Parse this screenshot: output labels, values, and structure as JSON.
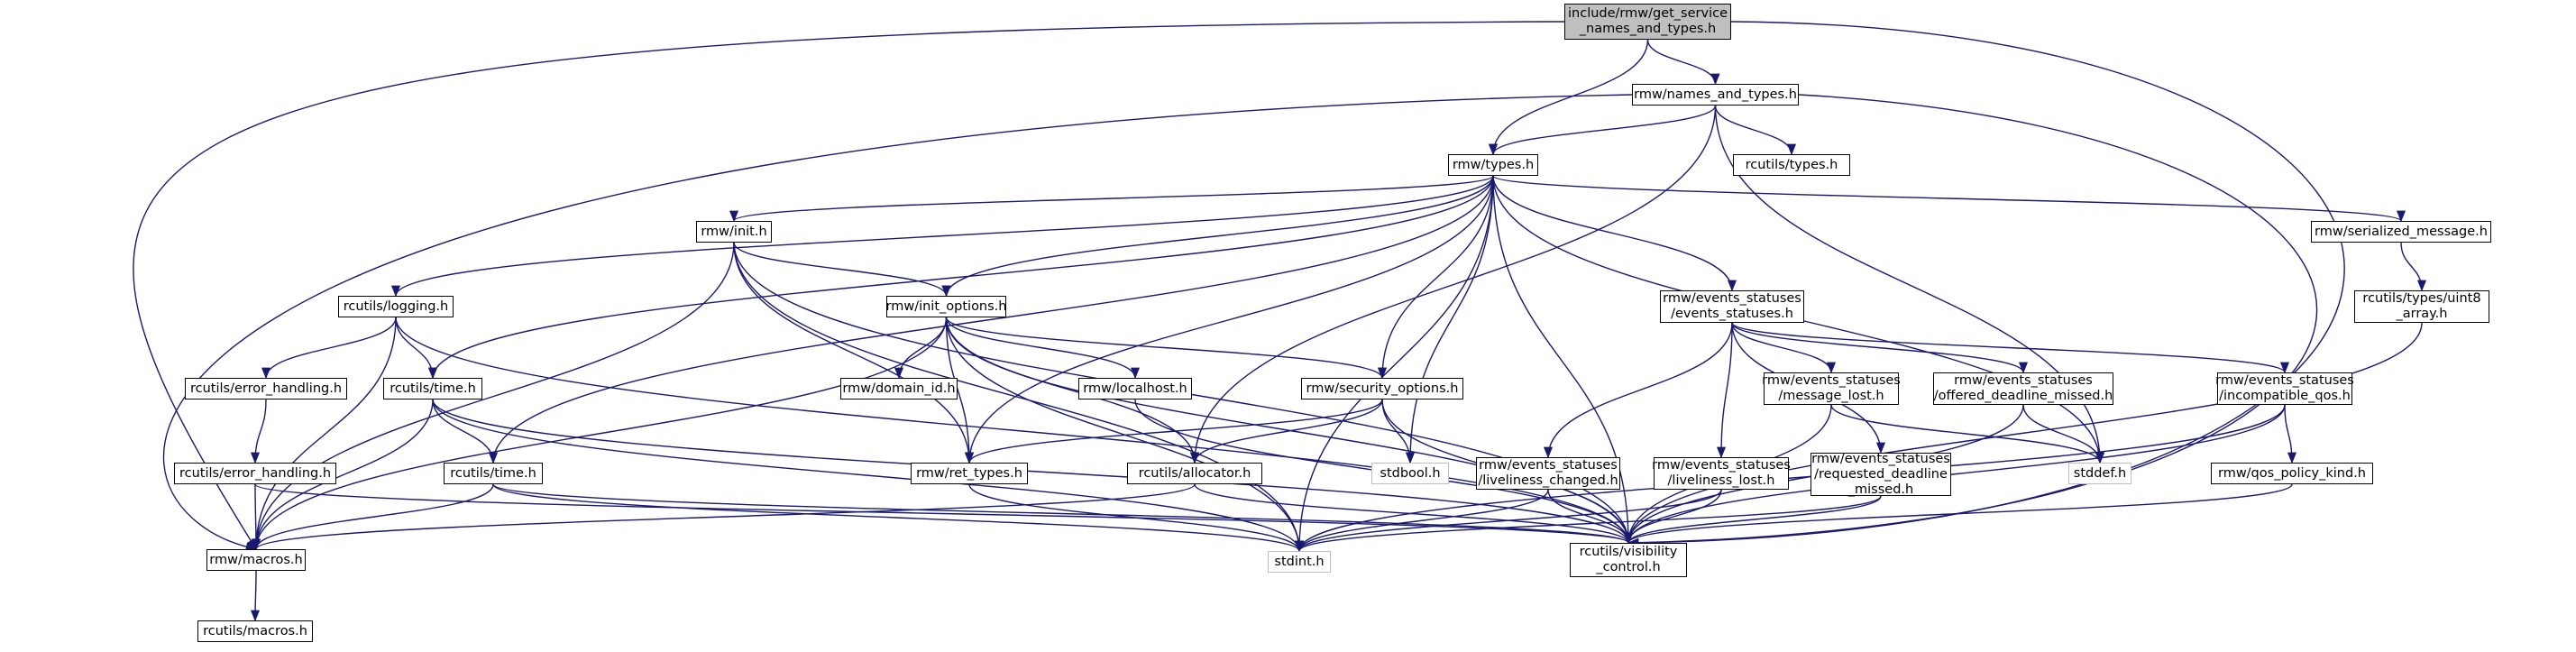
{
  "colors": {
    "edge": "#191970",
    "node_border": "#000000",
    "root_fill": "#bfbfbf",
    "ext_border": "#bfbfbf"
  },
  "nodes": {
    "root": "include/rmw/get_service\n_names_and_types.h",
    "names_and_types": "rmw/names_and_types.h",
    "types": "rmw/types.h",
    "rcutils_types": "rcutils/types.h",
    "init": "rmw/init.h",
    "serialized_message": "rmw/serialized_message.h",
    "rcutils_logging": "rcutils/logging.h",
    "init_options": "rmw/init_options.h",
    "events_statuses": "rmw/events_statuses\n/events_statuses.h",
    "uint8_array": "rcutils/types/uint8\n_array.h",
    "error_handling_h1": "rcutils/error_handling.h",
    "rcutils_time_1": "rcutils/time.h",
    "domain_id": "rmw/domain_id.h",
    "localhost": "rmw/localhost.h",
    "security_options": "rmw/security_options.h",
    "message_lost": "rmw/events_statuses\n/message_lost.h",
    "offered_deadline_missed": "rmw/events_statuses\n/offered_deadline_missed.h",
    "incompatible_qos": "rmw/events_statuses\n/incompatible_qos.h",
    "error_handling_h2": "rcutils/error_handling.h",
    "rcutils_time_2": "rcutils/time.h",
    "ret_types": "rmw/ret_types.h",
    "allocator": "rcutils/allocator.h",
    "stdbool": "stdbool.h",
    "liveliness_changed": "rmw/events_statuses\n/liveliness_changed.h",
    "liveliness_lost": "rmw/events_statuses\n/liveliness_lost.h",
    "requested_deadline_missed": "rmw/events_statuses\n/requested_deadline\n_missed.h",
    "stddef": "stddef.h",
    "qos_policy_kind": "rmw/qos_policy_kind.h",
    "macros": "rmw/macros.h",
    "stdint": "stdint.h",
    "visibility_control": "rcutils/visibility\n_control.h",
    "rcutils_macros": "rcutils/macros.h"
  }
}
